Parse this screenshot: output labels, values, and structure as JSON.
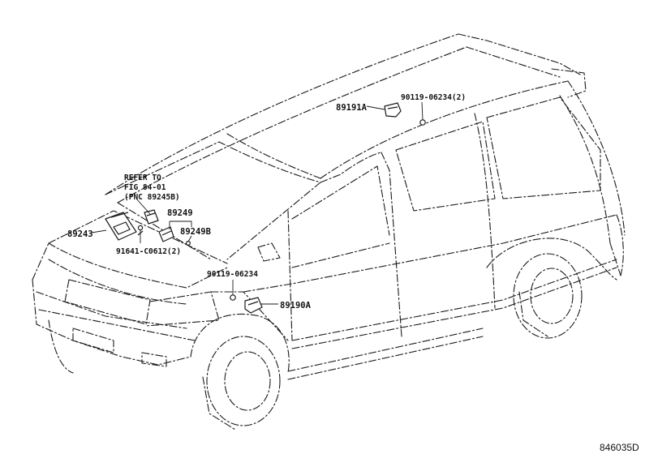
{
  "labels": {
    "p89191a": "89191A",
    "p90119_top": "90119-06234(2)",
    "refer1": "REFER TO",
    "refer2": "FIG 84-01",
    "refer3": "(PNC 89245B)",
    "p89249": "89249",
    "p89249b": "89249B",
    "p89243": "89243",
    "p91641": "91641-C0612(2)",
    "p90119_mid": "90119-06234",
    "p89190a": "89190A"
  },
  "figure_code": "846035D"
}
